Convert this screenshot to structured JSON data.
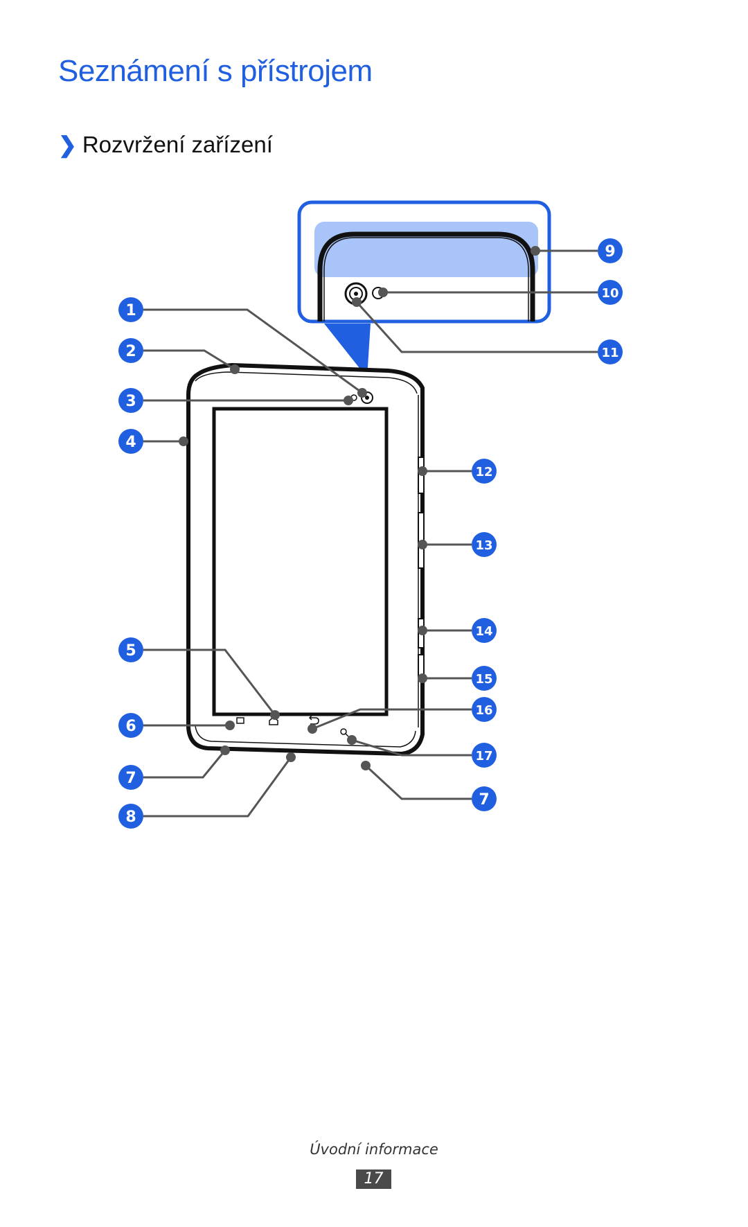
{
  "page": {
    "title": "Seznámení s přístrojem",
    "section_chevron": "❯",
    "section_heading": "Rozvržení zařízení"
  },
  "diagram": {
    "callouts": [
      "1",
      "2",
      "3",
      "4",
      "5",
      "6",
      "7",
      "8",
      "9",
      "10",
      "11",
      "12",
      "13",
      "14",
      "15",
      "16",
      "17",
      "7"
    ],
    "colors": {
      "callout_badge": "#1f5fe0",
      "zoom_frame": "#1f5fe0",
      "zoom_fill": "#a8c4f8",
      "leader_line": "#555555",
      "device_outline": "#111111"
    },
    "icons": [
      "menu-key-icon",
      "home-key-icon",
      "back-key-icon",
      "search-key-icon",
      "front-camera-icon",
      "light-sensor-icon"
    ]
  },
  "footer": {
    "section_name": "Úvodní informace",
    "page_number": "17"
  }
}
